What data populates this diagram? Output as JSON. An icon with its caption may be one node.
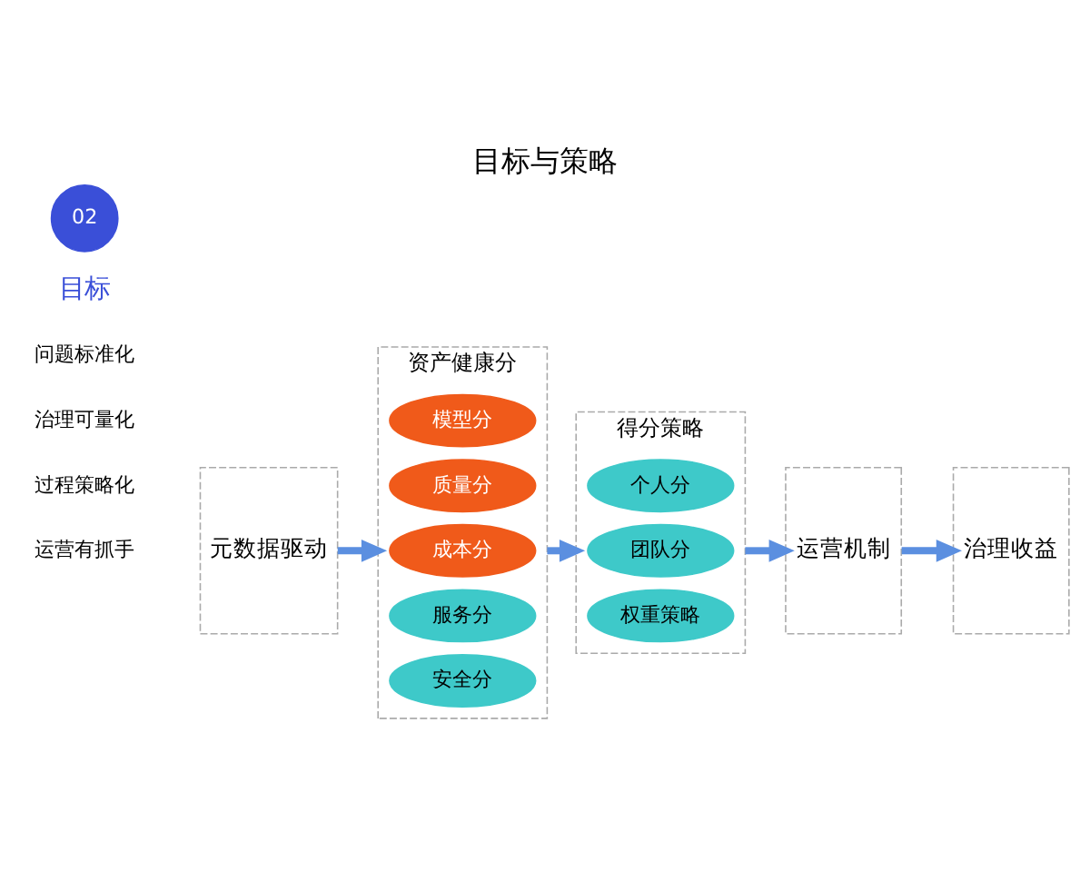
{
  "diagram": {
    "title": "目标与策略",
    "nodes": [
      {
        "text": [
          "元数据驱动"
        ]
      },
      {
        "text": [
          "资产健康分"
        ]
      },
      {
        "text": [
          "模型分"
        ],
        "in": 1
      },
      {
        "text": [
          "质量分"
        ],
        "in": 1
      },
      {
        "text": [
          "成本分"
        ],
        "in": 1
      },
      {
        "text": [
          "服务分"
        ],
        "in": 1
      },
      {
        "text": [
          "安全分"
        ],
        "in": 1
      },
      {
        "text": [
          "得分策略"
        ]
      },
      {
        "text": [
          "个人分"
        ],
        "in": 7
      },
      {
        "text": [
          "团队分"
        ],
        "in": 7
      },
      {
        "text": [
          "权重策略"
        ],
        "in": 7
      },
      {
        "text": [
          "运营机制"
        ]
      },
      {
        "text": [
          "治理收益"
        ]
      }
    ],
    "edges": [
      {
        "from": 0,
        "to": 1,
        "arrow": "to"
      },
      {
        "from": 1,
        "to": 7,
        "arrow": "to"
      },
      {
        "from": 7,
        "to": 11,
        "arrow": "to"
      },
      {
        "from": 11,
        "to": 12,
        "arrow": "to"
      }
    ],
    "labels": [
      "02",
      "目标",
      "问题标准化",
      "治理可量化",
      "过程策略化",
      "运营有抓手"
    ]
  }
}
